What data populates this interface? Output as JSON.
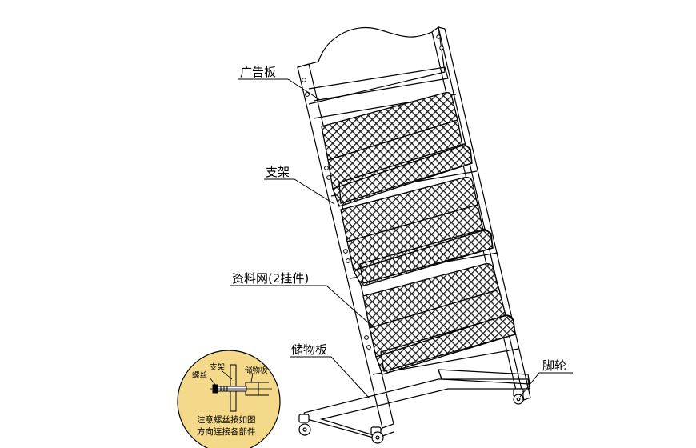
{
  "labels": {
    "ad_board": "广告板",
    "bracket": "支架",
    "mesh": "资料网(2挂件)",
    "storage_board": "储物板",
    "caster": "脚轮"
  },
  "detail": {
    "bracket": "支架",
    "screw": "螺丝",
    "storage_board": "储物板",
    "note_line1": "注意螺丝按如图",
    "note_line2": "方向连接各部件"
  },
  "colors": {
    "line": "#000000",
    "mesh": "#1a1a1a",
    "detail_fill": "#f5d98b",
    "background": "#ffffff"
  }
}
